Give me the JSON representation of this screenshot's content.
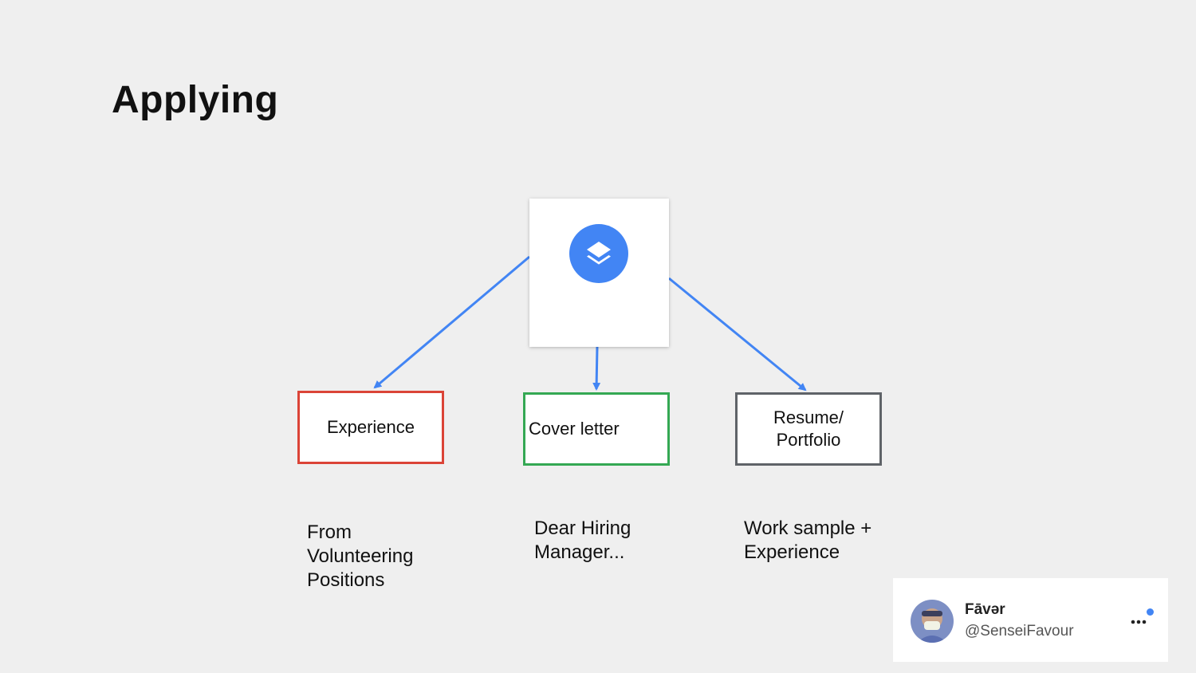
{
  "slide": {
    "title": "Applying"
  },
  "diagram": {
    "hub_icon": "layers-icon",
    "nodes": [
      {
        "id": "experience",
        "label": "Experience",
        "border_color": "#db4437"
      },
      {
        "id": "cover",
        "label": "Cover letter",
        "border_color": "#34a853"
      },
      {
        "id": "resume",
        "label": "Resume/\nPortfolio",
        "border_color": "#5f6368"
      }
    ],
    "notes": [
      {
        "for": "experience",
        "text": "From Volunteering Positions"
      },
      {
        "for": "cover",
        "text": "Dear Hiring Manager..."
      },
      {
        "for": "resume",
        "text": "Work sample + Experience"
      }
    ],
    "accent_color": "#4285f4"
  },
  "profile": {
    "name": "Fāvər",
    "handle": "@SenseiFavour",
    "more_icon": "more-horizontal-icon"
  }
}
